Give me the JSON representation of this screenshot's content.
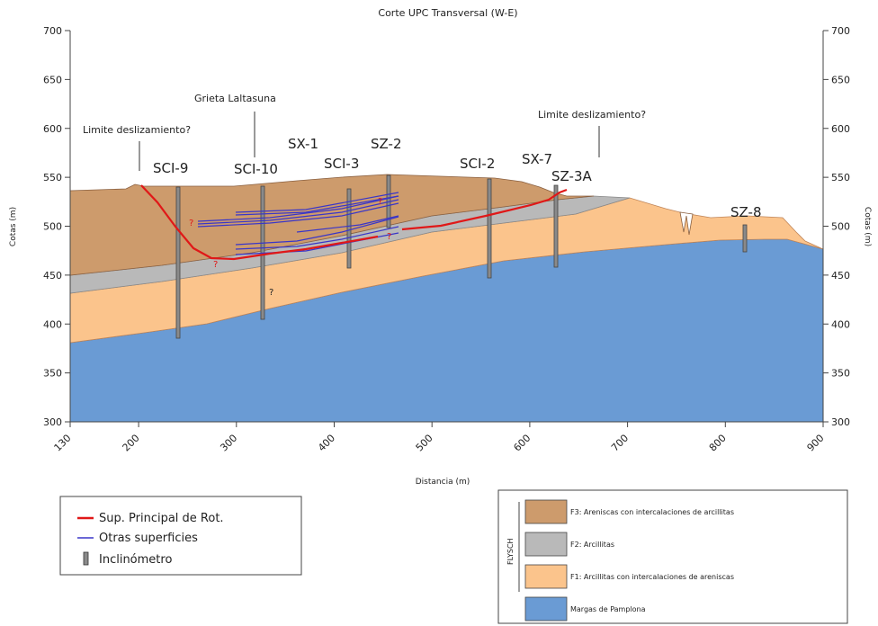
{
  "title": "Corte UPC Transversal (W-E)",
  "x_axis": {
    "label": "Distancia (m)",
    "ticks": [
      "130",
      "200",
      "300",
      "400",
      "500",
      "600",
      "700",
      "800",
      "900"
    ]
  },
  "y_axis": {
    "label_left": "Cotas (m)",
    "label_right": "Cotas (m)",
    "ticks": [
      "300",
      "350",
      "400",
      "450",
      "500",
      "550",
      "600",
      "650",
      "700"
    ]
  },
  "annotations": {
    "limite_left": "Limite deslizamiento?",
    "limite_right": "Limite deslizamiento?",
    "grieta": "Grieta Laltasuna",
    "question": "?"
  },
  "boreholes": {
    "sci9": "SCI-9",
    "sci10": "SCI-10",
    "sx1": "SX-1",
    "sci3": "SCI-3",
    "sz2": "SZ-2",
    "sci2": "SCI-2",
    "sx7": "SX-7",
    "sz3a": "SZ-3A",
    "sz8": "SZ-8"
  },
  "legend_left": {
    "principal": "Sup. Principal de Rot.",
    "otras": "Otras superficies",
    "inclinometro": "Inclinómetro"
  },
  "legend_right": {
    "group": "FLYSCH",
    "f3": "F3: Areniscas con intercalaciones de arcillitas",
    "f2": "F2: Arcillitas",
    "f1": "F1: Arcillitas con intercalaciones de areniscas",
    "margas": "Margas de Pamplona"
  },
  "colors": {
    "f3": "#cd9b6c",
    "f2": "#b9b9b9",
    "f1": "#fbc48c",
    "margas": "#6a9bd4",
    "principal": "#e01818",
    "otras": "#3a36c8",
    "inclinometro": "#8a8a8a"
  }
}
